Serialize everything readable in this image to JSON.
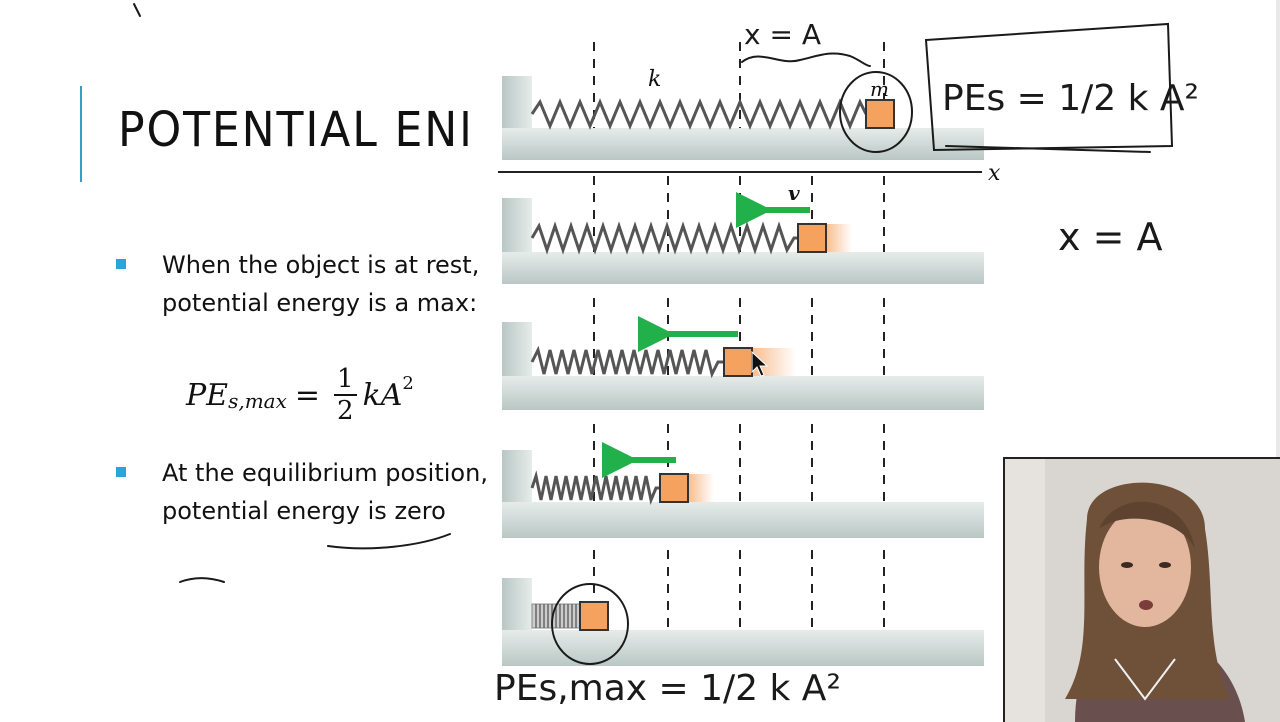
{
  "slide": {
    "title": "POTENTIAL ENERGY",
    "bullets": [
      {
        "text": "When the object is at rest, potential energy is a max:"
      },
      {
        "text": "At the equilibrium position, potential energy is zero"
      }
    ],
    "formula": {
      "lhs_main": "PE",
      "lhs_sub": "s,max",
      "equals": "=",
      "num": "1",
      "den": "2",
      "rhs": "kA",
      "exp": "2"
    }
  },
  "diagram": {
    "spring_label": "k",
    "mass_label": "m",
    "axis_label": "x",
    "velocity_label": "v"
  },
  "annotations": {
    "top": "x = A",
    "box": "PEs = 1/2 k A²",
    "right": "x = A",
    "bottom": "PEs,max = 1/2 k A²"
  },
  "colors": {
    "accent": "#34a0c8",
    "bullet": "#2aa5d6",
    "block": "#f5a25f",
    "arrow": "#22b04b",
    "floor": "#c9d6d3"
  }
}
